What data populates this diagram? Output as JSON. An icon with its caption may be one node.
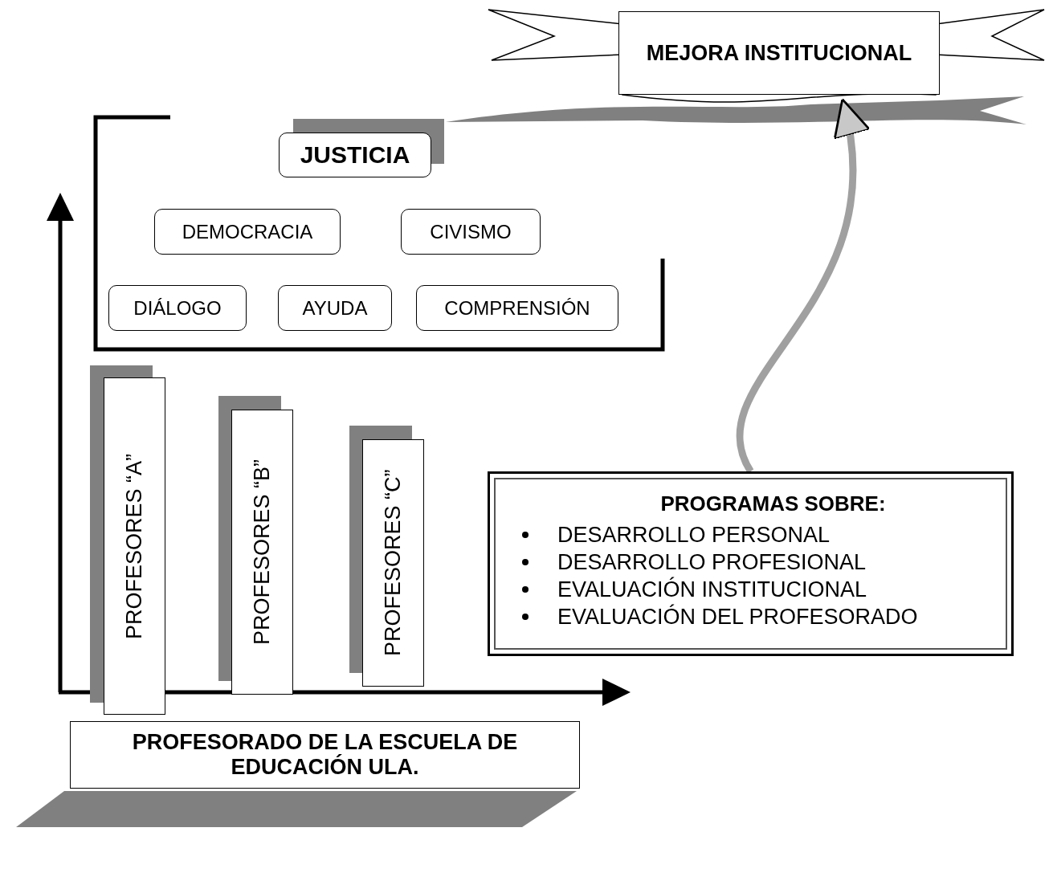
{
  "diagram": {
    "nodes": [
      {
        "text": [
          "MEJORA INSTITUCIONAL"
        ]
      },
      {
        "text": [
          "JUSTICIA"
        ]
      },
      {
        "text": [
          "DEMOCRACIA"
        ]
      },
      {
        "text": [
          "CIVISMO"
        ]
      },
      {
        "text": [
          "DIÁLOGO"
        ]
      },
      {
        "text": [
          "AYUDA"
        ]
      },
      {
        "text": [
          "COMPRENSIÓN"
        ]
      },
      {
        "text": [
          "PROFESORES “A”"
        ]
      },
      {
        "text": [
          "PROFESORES “B”"
        ]
      },
      {
        "text": [
          "PROFESORES “C”"
        ]
      },
      {
        "text": [
          "PROGRAMAS SOBRE:",
          "DESARROLLO PERSONAL",
          "DESARROLLO PROFESIONAL",
          "EVALUACIÓN INSTITUCIONAL",
          "EVALUACIÓN DEL PROFESORADO"
        ]
      },
      {
        "text": [
          "PROFESORADO DE LA ESCUELA DE EDUCACIÓN ULA."
        ]
      }
    ],
    "edges": [
      {
        "from": 10,
        "to": 0,
        "arrow": "to"
      }
    ]
  }
}
